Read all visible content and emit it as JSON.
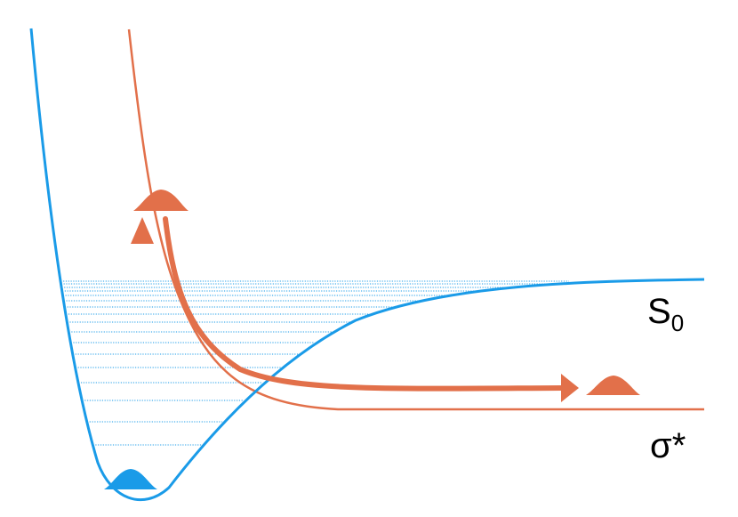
{
  "labels": {
    "ground_state": "S",
    "ground_state_subscript": "0",
    "excited_state": "σ*"
  },
  "colors": {
    "ground_curve": "#1a9be8",
    "excited_curve": "#e2704a",
    "vibrational_levels": "#1a9be8",
    "ground_wavepacket": "#1a9be8",
    "excited_wavepacket": "#e2704a",
    "arrow_bottom": "#1a9be8",
    "arrow_top": "#e2704a",
    "dissociation_arrow": "#e2704a",
    "text": "#000000"
  }
}
